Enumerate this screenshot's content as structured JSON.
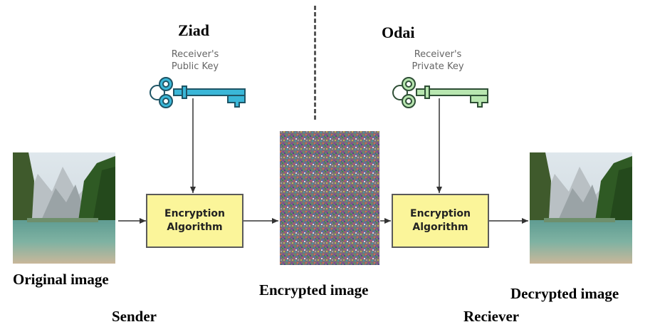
{
  "sender_name": "Ziad",
  "receiver_name": "Odai",
  "sender_key_label": [
    "Receiver's",
    "Public Key"
  ],
  "receiver_key_label": [
    "Receiver's",
    "Private Key"
  ],
  "encrypt_box": [
    "Encryption",
    "Algorithm"
  ],
  "decrypt_box": [
    "Encryption",
    "Algorithm"
  ],
  "captions": {
    "original": "Original image",
    "encrypted": "Encrypted image",
    "decrypted": "Decrypted image",
    "sender": "Sender",
    "receiver": "Reciever"
  },
  "colors": {
    "public_key": "#3ab7d8",
    "private_key": "#b8e6b0",
    "box_fill": "#fbf59a"
  }
}
